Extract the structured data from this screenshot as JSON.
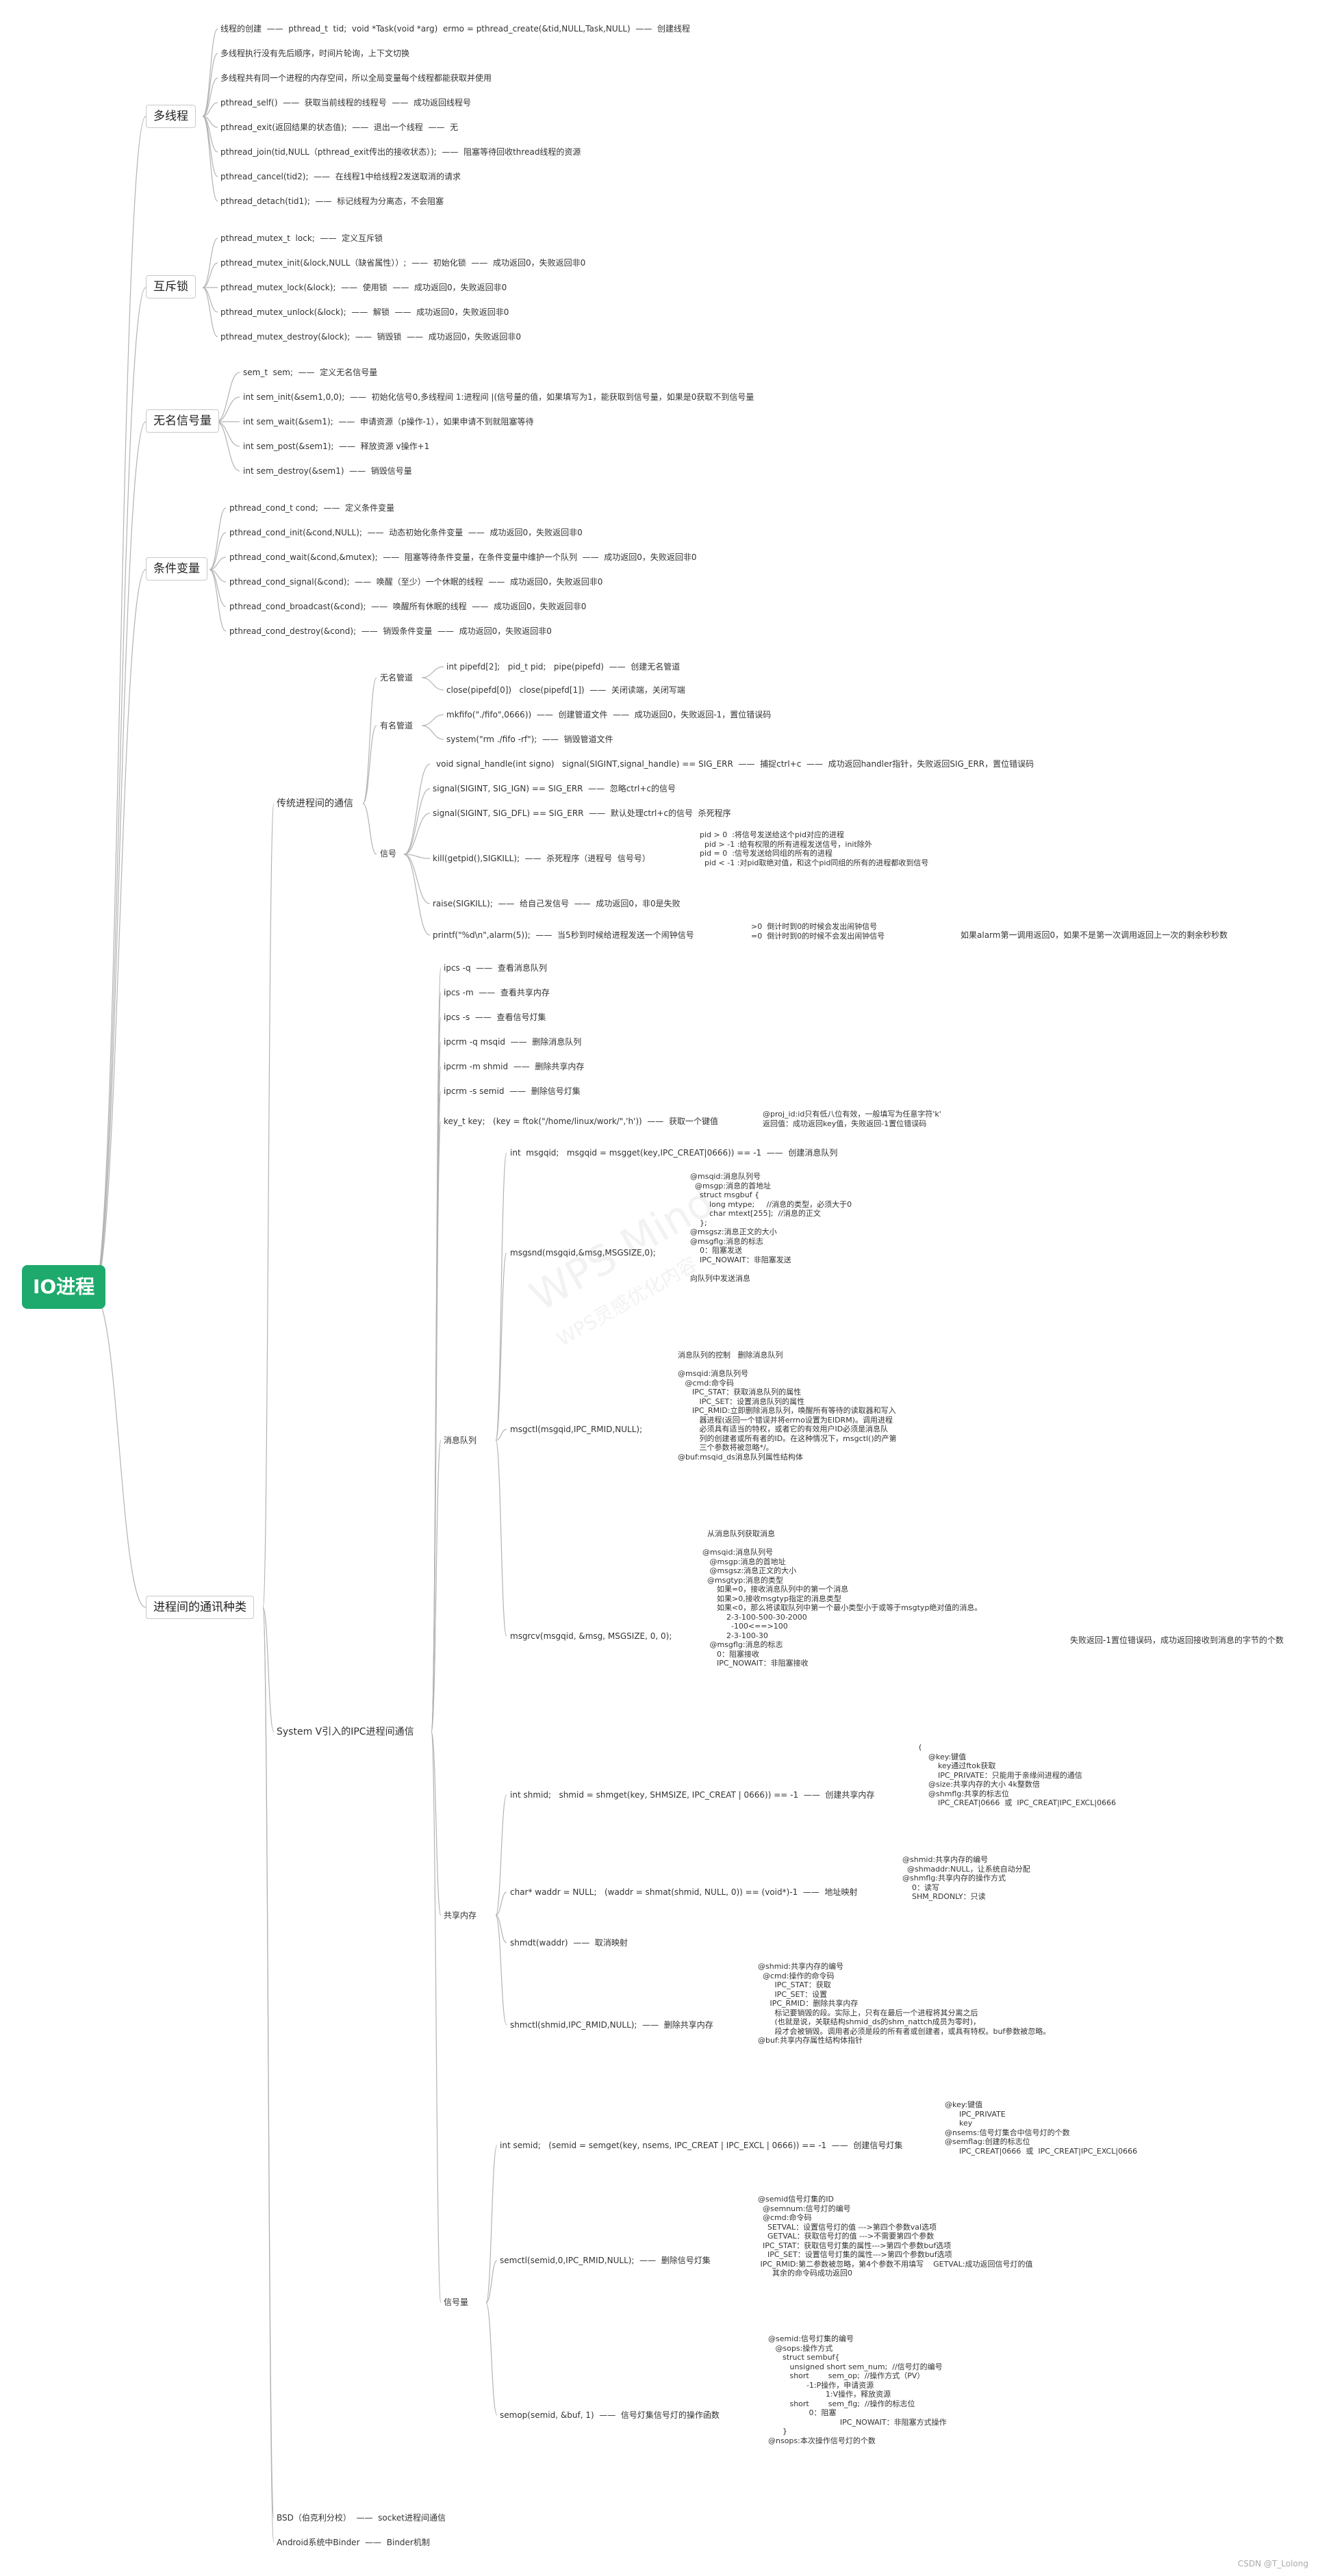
{
  "root": "IO进程",
  "watermark": {
    "main": "WPS Mind",
    "sub": "WPS灵感优化内容"
  },
  "footer": "CSDN @T_Lolong",
  "threads": {
    "label": "多线程",
    "items": [
      "线程的创建  ——  pthread_t  tid;  void *Task(void *arg)  ermo = pthread_create(&tid,NULL,Task,NULL)  ——  创建线程",
      "多线程执行没有先后顺序，时间片轮询，上下文切换",
      "多线程共有同一个进程的内存空间，所以全局变量每个线程都能获取并使用",
      "pthread_self()  ——  获取当前线程的线程号  ——  成功返回线程号",
      "pthread_exit(返回结果的状态值);  ——  退出一个线程  ——  无",
      "pthread_join(tid,NULL（pthread_exit传出的接收状态）);  ——  阻塞等待回收thread线程的资源",
      "pthread_cancel(tid2);  ——  在线程1中给线程2发送取消的请求",
      "pthread_detach(tid1);  ——  标记线程为分离态，不会阻塞"
    ]
  },
  "mutex": {
    "label": "互斥锁",
    "items": [
      "pthread_mutex_t  lock;  ——  定义互斥锁",
      "pthread_mutex_init(&lock,NULL（缺省属性））;  ——  初始化锁  ——  成功返回0，失败返回非0",
      "pthread_mutex_lock(&lock);  ——  使用锁  ——  成功返回0，失败返回非0",
      "pthread_mutex_unlock(&lock);  ——  解锁  ——  成功返回0，失败返回非0",
      "pthread_mutex_destroy(&lock);  ——  销毁锁  ——  成功返回0，失败返回非0"
    ]
  },
  "semaphore": {
    "label": "无名信号量",
    "items": [
      "sem_t  sem;  ——  定义无名信号量",
      "int sem_init(&sem1,0,0);  ——  初始化信号0,多线程间 1:进程间 |(信号量的值，如果填写为1，能获取到信号量，如果是0获取不到信号量",
      "int sem_wait(&sem1);  ——  申请资源（p操作-1），如果申请不到就阻塞等待",
      "int sem_post(&sem1);  ——  释放资源 v操作+1",
      "int sem_destroy(&sem1)  ——  销毁信号量"
    ]
  },
  "cond": {
    "label": "条件变量",
    "items": [
      "pthread_cond_t cond;  ——  定义条件变量",
      "pthread_cond_init(&cond,NULL);  ——  动态初始化条件变量  ——  成功返回0，失败返回非0",
      "pthread_cond_wait(&cond,&mutex);  ——  阻塞等待条件变量，在条件变量中维护一个队列  ——  成功返回0，失败返回非0",
      "pthread_cond_signal(&cond);  ——  唤醒（至少）一个休眠的线程  ——  成功返回0，失败返回非0",
      "pthread_cond_broadcast(&cond);  ——  唤醒所有休眠的线程  ——  成功返回0，失败返回非0",
      "pthread_cond_destroy(&cond);  ——  销毁条件变量  ——  成功返回0，失败返回非0"
    ]
  },
  "ipc": {
    "label": "进程间的通讯种类",
    "traditional": {
      "label": "传统进程间的通信",
      "anon_pipe": {
        "label": "无名管道",
        "items": [
          "int pipefd[2];   pid_t pid;   pipe(pipefd)  ——  创建无名管道",
          "close(pipefd[0])   close(pipefd[1])  ——  关闭读端，关闭写端"
        ]
      },
      "named_pipe": {
        "label": "有名管道",
        "items": [
          "mkfifo(\"./fifo\",0666))  ——  创建管道文件  ——  成功返回0，失败返回-1，置位错误码",
          "system(\"rm ./fifo -rf\");  ——  销毁管道文件"
        ]
      },
      "signal": {
        "label": "信号",
        "handler": "void signal_handle(int signo)   signal(SIGINT,signal_handle) == SIG_ERR  ——  捕捉ctrl+c  ——  成功返回handler指针，失败返回SIG_ERR，置位错误码",
        "ign": "signal(SIGINT, SIG_IGN) == SIG_ERR  ——  忽略ctrl+c的信号",
        "dfl": "signal(SIGINT, SIG_DFL) == SIG_ERR  ——  默认处理ctrl+c的信号  杀死程序",
        "kill": "kill(getpid(),SIGKILL);  ——  杀死程序（进程号  信号号）",
        "kill_notes": "pid > 0  :将信号发送给这个pid对应的进程\n  pid > -1 :给有权限的所有进程发送信号，init除外\npid = 0  :信号发送给同组的所有的进程\n  pid < -1 :对pid取绝对值，和这个pid同组的所有的进程都收到信号",
        "raise": "raise(SIGKILL);  ——  给自己发信号  ——  成功返回0，非0是失败",
        "printf": "printf(\"%d\\n\",alarm(5));  ——  当5秒到时候给进程发送一个闹钟信号",
        "printf_notes": ">0  倒计时到0的时候会发出闹钟信号\n=0  倒计时到0的时候不会发出闹钟信号",
        "printf_tail": "如果alarm第一调用返回0，如果不是第一次调用返回上一次的剩余秒秒数"
      }
    },
    "sysv": {
      "label": "System V引入的IPC进程间通信",
      "cmds": [
        "ipcs -q  ——  查看消息队列",
        "ipcs -m  ——  查看共享内存",
        "ipcs -s  ——  查看信号灯集",
        "ipcrm -q msqid  ——  删除消息队列",
        "ipcrm -m shmid  ——  删除共享内存",
        "ipcrm -s semid  ——  删除信号灯集"
      ],
      "ftok": "key_t key;   (key = ftok(\"/home/linux/work/\",'h'))  ——  获取一个键值",
      "ftok_notes": "@proj_id:id只有低八位有效，一般填写为任意字符'k'\n返回值：成功返回key值，失败返回-1置位错误码",
      "msgq": {
        "label": "消息队列",
        "get": "int  msgqid;   msgqid = msgget(key,IPC_CREAT|0666)) == -1  ——  创建消息队列",
        "snd": "msgsnd(msgqid,&msg,MSGSIZE,0);",
        "snd_notes": "@msqid:消息队列号\n  @msgp:消息的首地址\n    struct msgbuf {\n        long mtype;     //消息的类型，必须大于0\n        char mtext[255];  //消息的正文\n    };\n@msgsz:消息正文的大小\n@msgflg:消息的标志\n    0：阻塞发送\n    IPC_NOWAIT：非阻塞发送\n\n向队列中发送消息",
        "ctl": "msgctl(msgqid,IPC_RMID,NULL);",
        "ctl_notes": "消息队列的控制   删除消息队列\n\n@msqid:消息队列号\n   @cmd:命令码\n      IPC_STAT：获取消息队列的属性\n         IPC_SET：设置消息队列的属性\n      IPC_RMID:立即删除消息队列，唤醒所有等待的读取器和写入\n         器进程(返回一个错误并将errno设置为EIDRM)。调用进程\n         必须具有适当的特权，或者它的有效用户ID必须是消息队\n         列的创建者或所有者的ID。在这种情况下，msgctl()的产第\n         三个参数将被忽略*/。\n@buf:msqid_ds消息队列属性结构体",
        "rcv": "msgrcv(msgqid, &msg, MSGSIZE, 0, 0);",
        "rcv_notes": "  从消息队列获取消息\n\n@msqid:消息队列号\n   @msgp:消息的首地址\n   @msgsz:消息正文的大小\n  @msgtyp:消息的类型\n      如果=0，接收消息队列中的第一个消息\n      如果>0,接收msgtyp指定的消息类型\n      如果<0，那么将读取队列中第一个最小类型小于或等于msgtyp绝对值的消息。\n          2-3-100-500-30-2000\n            -100<==>100\n          2-3-100-30\n   @msgflg:消息的标志\n      0：阻塞接收\n      IPC_NOWAIT：非阻塞接收",
        "rcv_tail": "失败返回-1置位错误码，成功返回接收到消息的字节的个数"
      },
      "shm": {
        "label": "共享内存",
        "get": "int shmid;   shmid = shmget(key, SHMSIZE, IPC_CREAT | 0666)) == -1  ——  创建共享内存",
        "get_notes": "(\n    @key:键值\n        key通过ftok获取\n        IPC_PRIVATE：只能用于亲缘间进程的通信\n    @size:共享内存的大小 4k整数倍\n    @shmflg:共享的标志位\n        IPC_CREAT|0666  或  IPC_CREAT|IPC_EXCL|0666",
        "at": "char* waddr = NULL;   (waddr = shmat(shmid, NULL, 0)) == (void*)-1  ——  地址映射",
        "at_notes": "@shmid:共享内存的编号\n  @shmaddr:NULL，让系统自动分配\n@shmflg:共享内存的操作方式\n    0：读写\n    SHM_RDONLY：只读",
        "dt": "shmdt(waddr)  ——  取消映射",
        "ctl": "shmctl(shmid,IPC_RMID,NULL);  ——  删除共享内存",
        "ctl_notes": "@shmid:共享内存的编号\n  @cmd:操作的命令码\n       IPC_STAT：获取\n       IPC_SET：设置\n     IPC_RMID：删除共享内存\n       标记要销毁的段。实际上，只有在最后一个进程将其分离之后\n       (也就是说，关联结构shmid_ds的shm_nattch成员为零时)，\n       段才会被销毁。调用者必须是段的所有者或创建者，或具有特权。buf参数被忽略。\n@buf:共享内存属性结构体指针"
      },
      "sem": {
        "label": "信号量",
        "get": "int semid;   (semid = semget(key, nsems, IPC_CREAT | IPC_EXCL | 0666)) == -1  ——  创建信号灯集",
        "get_notes": "@key:键值\n      IPC_PRIVATE\n      key\n@nsems:信号灯集合中信号灯的个数\n@semflag:创建的标志位\n      IPC_CREAT|0666  或  IPC_CREAT|IPC_EXCL|0666",
        "ctl": "semctl(semid,0,IPC_RMID,NULL);  ——  删除信号灯集",
        "ctl_notes": "@semid信号灯集的ID\n  @semnum:信号灯的编号\n  @cmd:命令码\n    SETVAL：设置信号灯的值 --->第四个参数val选项\n    GETVAL：获取信号灯的值 --->不需要第四个参数\n  IPC_STAT：获取信号灯集的属性--->第四个参数buf选项\n    IPC_SET：设置信号灯集的属性--->第四个参数buf选项\n IPC_RMID:第二参数被忽略，第4个参数不用填写    GETVAL:成功返回信号灯的值\n      其余的命令码成功返回0",
        "op": "semop(semid, &buf, 1)  ——  信号灯集信号灯的操作函数",
        "op_notes": "@semid:信号灯集的编号\n   @sops:操作方式\n      struct sembuf{\n         unsigned short sem_num;  //信号灯的编号\n         short        sem_op;  //操作方式（PV）\n                -1:P操作，申请资源\n                        1:V操作，释放资源\n         short        sem_flg;  //操作的标志位\n                 0：阻塞\n                              IPC_NOWAIT：非阻塞方式操作\n      }\n@nsops:本次操作信号灯的个数"
      }
    },
    "bsd": "BSD（伯克利分校）  ——  socket进程间通信",
    "android": "Android系统中Binder  ——  Binder机制"
  }
}
